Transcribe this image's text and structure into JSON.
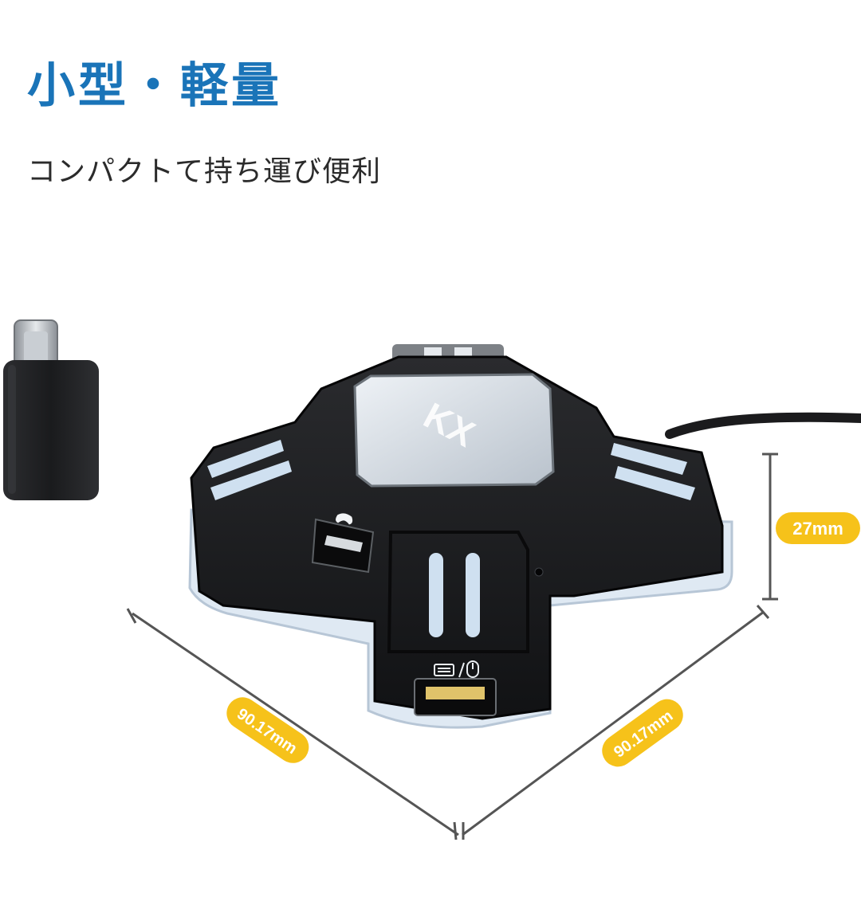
{
  "header": {
    "title": "小型・軽量",
    "subtitle": "コンパクトて持ち運び便利"
  },
  "product": {
    "logo_text": "KX",
    "port_icons": [
      "gamepad-icon",
      "keyboard-icon",
      "mouse-icon"
    ]
  },
  "dimensions": {
    "height_label": "27mm",
    "width_label": "90.17mm",
    "depth_label": "90.17mm"
  },
  "colors": {
    "title_blue": "#1a74b8",
    "badge_yellow": "#f6c21a",
    "device_black": "#1d1e20",
    "led_blue": "#cfe0f0"
  }
}
